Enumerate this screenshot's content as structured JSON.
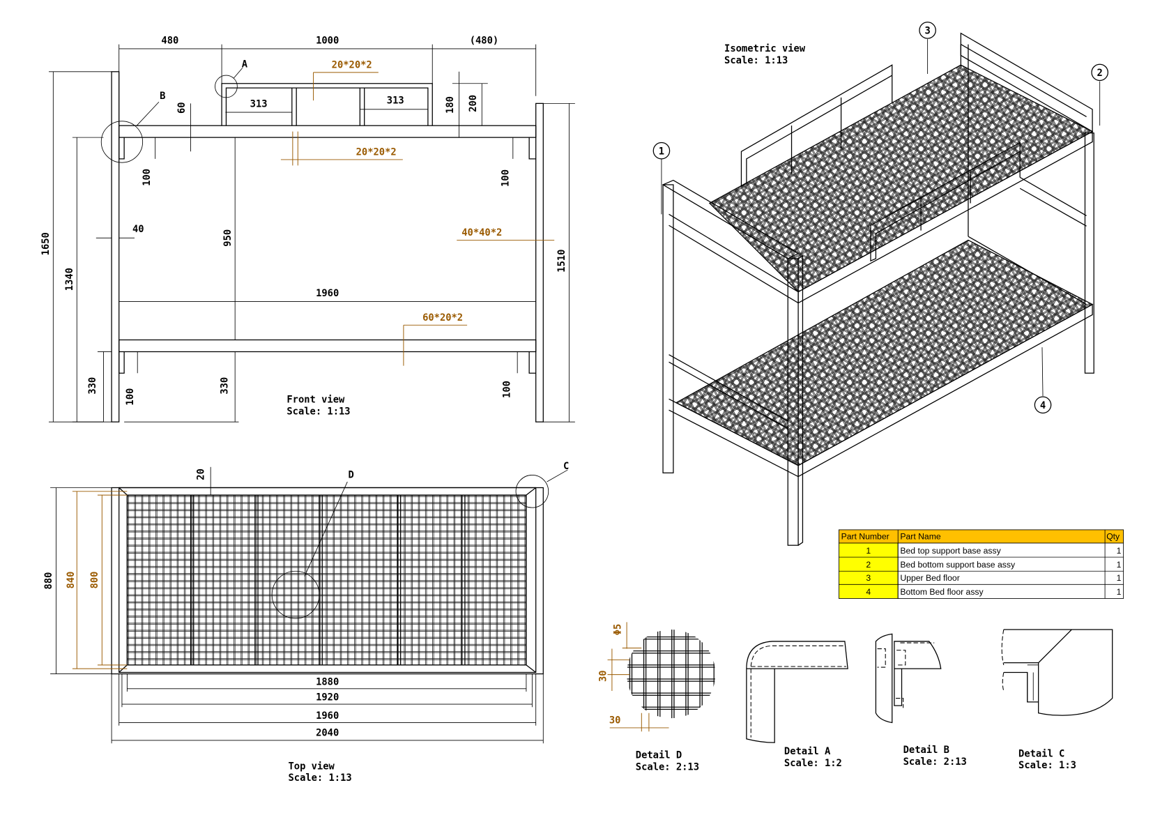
{
  "front_view": {
    "title": "Front view",
    "scale": "Scale:  1:13",
    "dims": [
      "480",
      "1000",
      "(480)",
      "1650",
      "1340",
      "330",
      "1510",
      "950",
      "1960",
      "330",
      "100",
      "100",
      "100",
      "100",
      "60",
      "40",
      "313",
      "313",
      "180",
      "200"
    ],
    "profiles": [
      "20*20*2",
      "20*20*2",
      "40*40*2",
      "60*20*2"
    ],
    "detail_refs": [
      "A",
      "B"
    ]
  },
  "top_view": {
    "title": "Top view",
    "scale": "Scale:  1:13",
    "dims": [
      "20",
      "880",
      "1880",
      "1920",
      "1960",
      "2040"
    ],
    "brown_dims": [
      "840",
      "800"
    ],
    "detail_refs": [
      "C",
      "D"
    ]
  },
  "isometric_view": {
    "title": "Isometric view",
    "scale": "Scale:  1:13",
    "balloons": [
      "1",
      "2",
      "3",
      "4"
    ]
  },
  "details": [
    {
      "title": "Detail D",
      "scale": "Scale:  2:13",
      "dims": [
        "Φ5",
        "30",
        "30"
      ]
    },
    {
      "title": "Detail A",
      "scale": "Scale:  1:2"
    },
    {
      "title": "Detail B",
      "scale": "Scale:  2:13"
    },
    {
      "title": "Detail C",
      "scale": "Scale:  1:3"
    }
  ],
  "parts_table": {
    "headers": [
      "Part Number",
      "Part Name",
      "Qty"
    ],
    "rows": [
      {
        "number": "1",
        "name": "Bed top support base assy",
        "qty": "1"
      },
      {
        "number": "2",
        "name": "Bed bottom support base assy",
        "qty": "1"
      },
      {
        "number": "3",
        "name": "Upper Bed floor",
        "qty": "1"
      },
      {
        "number": "4",
        "name": "Bottom Bed floor assy",
        "qty": "1"
      }
    ],
    "header_color": "#FFC000",
    "number_color": "#FFFF00"
  }
}
